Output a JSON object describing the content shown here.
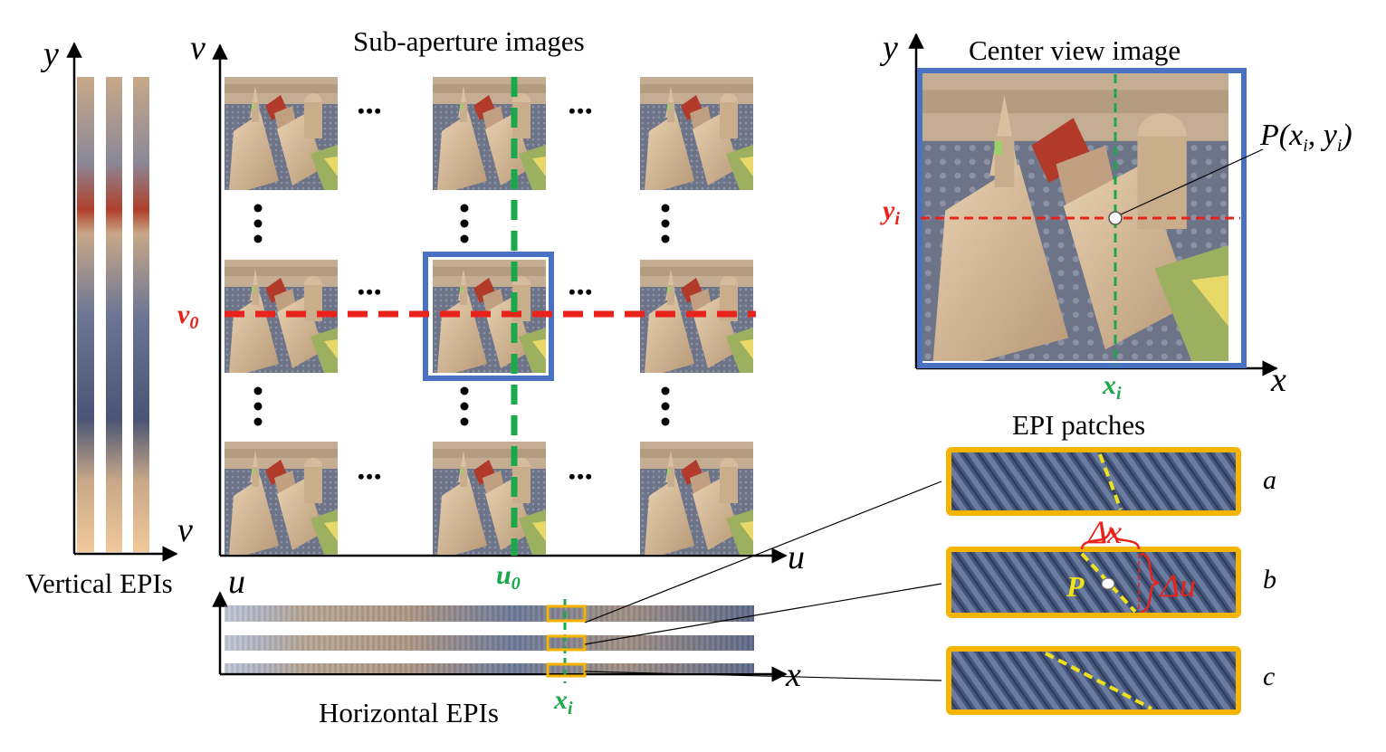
{
  "labels": {
    "vertical_epis": "Vertical EPIs",
    "sub_aperture": "Sub-aperture images",
    "center_view": "Center view image",
    "epi_patches": "EPI patches",
    "horizontal_epis": "Horizontal EPIs"
  },
  "axes": {
    "vert_y": "y",
    "vert_v": "v",
    "sai_v": "v",
    "sai_u": "u",
    "hor_u": "u",
    "hor_x": "x",
    "cv_y": "y",
    "cv_x": "x"
  },
  "markers": {
    "v0": "v",
    "v0_sub": "0",
    "u0": "u",
    "u0_sub": "0",
    "xi_hor": "x",
    "xi_hor_sub": "i",
    "xi_cv": "x",
    "xi_cv_sub": "i",
    "yi_cv": "y",
    "yi_cv_sub": "i",
    "point_label": "P(x",
    "point_label_sub1": "i",
    "point_label_mid": ", y",
    "point_label_sub2": "i",
    "point_label_end": ")"
  },
  "epi_annotations": {
    "delta_x": "Δx",
    "delta_u": "Δu",
    "p": "P",
    "patch_a": "a",
    "patch_b": "b",
    "patch_c": "c"
  },
  "dots": {
    "h": "• • •",
    "v": "⋮"
  },
  "colors": {
    "red": "#e8231b",
    "green": "#1aa84a",
    "blue": "#4a72c4",
    "orange": "#f5b400",
    "yellow": "#f0e21a",
    "epi_dark": "#3e4a6a",
    "epi_light": "#7a8aa8",
    "scene_sand": "#d4b48e",
    "scene_shadow": "#8a7a68",
    "roof_red": "#b23a2a"
  }
}
